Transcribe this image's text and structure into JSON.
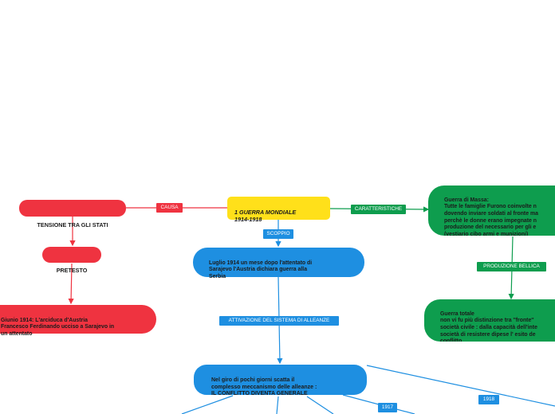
{
  "colors": {
    "red": "#ef3340",
    "yellow": "#ffe01a",
    "blue": "#1e8fe1",
    "green": "#0e9d4e",
    "dark_text": "#1b1b1b"
  },
  "nodes": {
    "root": "1 GUERRA MONDIALE\n1914-1918",
    "tensione": "TENSIONE TRA GLI STATI",
    "pretesto": "PRETESTO",
    "giugno": "Giunio 1914:   L'arciduca d'Austria\nFrancesco Ferdinando ucciso a Sarajevo in\nun attentato",
    "luglio": "Luglio 1914 un mese dopo l'attentato di\nSarajevo l'Austria dichiara guerra alla\nSerbia",
    "alleanze": "Nel giro di pochi giorni scatta il\ncomplesso meccanismo delle alleanze :\n IL CONFLITTO DIVENTA GENERALE",
    "massa": "Guerra di Massa:\nTutte le famiglie Furono coinvolte n\ndovendo inviare soldati al fronte ma\nperchè le donne erano impegnate n\nproduzione del necessario per gli e\n(vestiario cibo armi e munizioni)",
    "totale": "Guerra totale\nnon vi fu più distinzione tra ''fronte''\nsocietà civile : dalla capacità dell'inte\nsocietà di resistere dipese l' esito  de\nconflitto"
  },
  "links": {
    "causa": "CAUSA",
    "scoppio": "SCOPPIO",
    "caratteristiche": "CARATTERISTICHE",
    "produzione": "PRODUZIONE BELLICA",
    "attivazione": "ATTIVAZIONE DEL SISTEMA DI ALLEANZE",
    "y1917": "1917",
    "y1918": "1918"
  }
}
